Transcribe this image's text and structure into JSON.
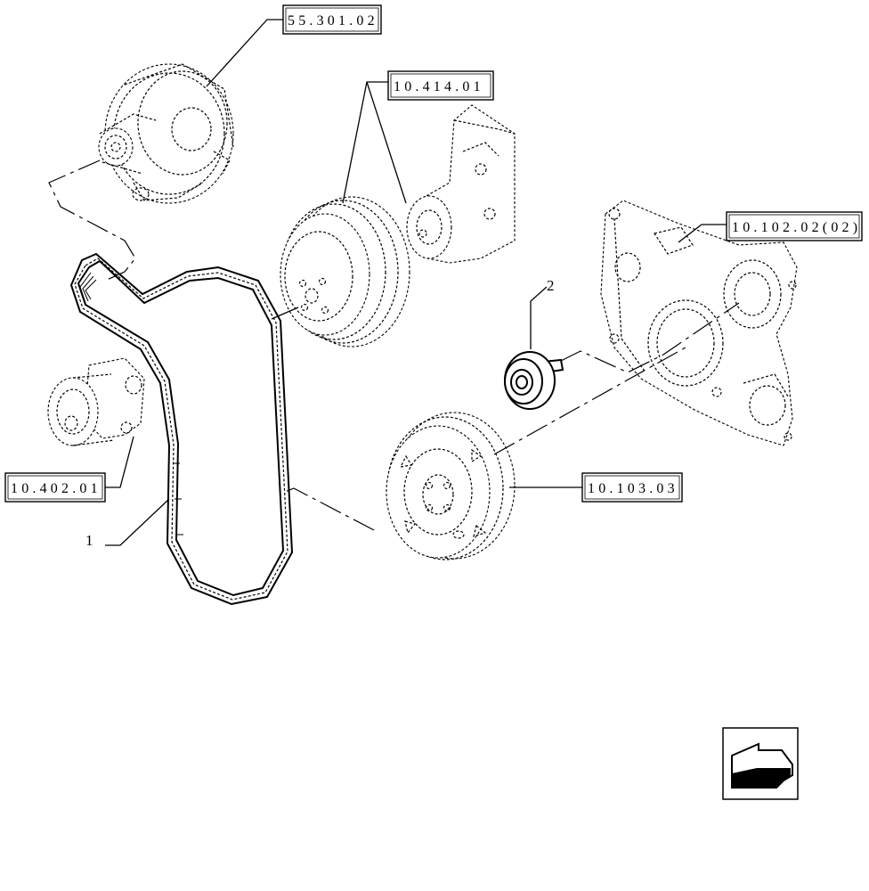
{
  "references": {
    "alternator": "55.301.02",
    "water_pump": "10.414.01",
    "timing_cover": "10.102.02(02)",
    "tensioner": "10.402.01",
    "crank_pulley": "10.103.03"
  },
  "callouts": {
    "belt": "1",
    "idler": "2"
  },
  "icons": {
    "nav": "back-arrow-icon"
  }
}
